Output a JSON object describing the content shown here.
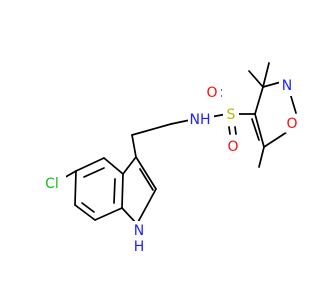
{
  "colors": {
    "bond": "#000000",
    "nitrogen": "#1f1fff",
    "oxygen": "#ff0d0d",
    "sulfur": "#b8b800",
    "chlorine": "#1fb81f"
  },
  "atoms": {
    "cl": "Cl",
    "nh_indole": "H",
    "n_indole": "N",
    "nh_sulfonamide": "NH",
    "s": "S",
    "o_top": "O",
    "o_bottom": "O",
    "n_isoxazole": "N",
    "o_isoxazole": "O"
  }
}
